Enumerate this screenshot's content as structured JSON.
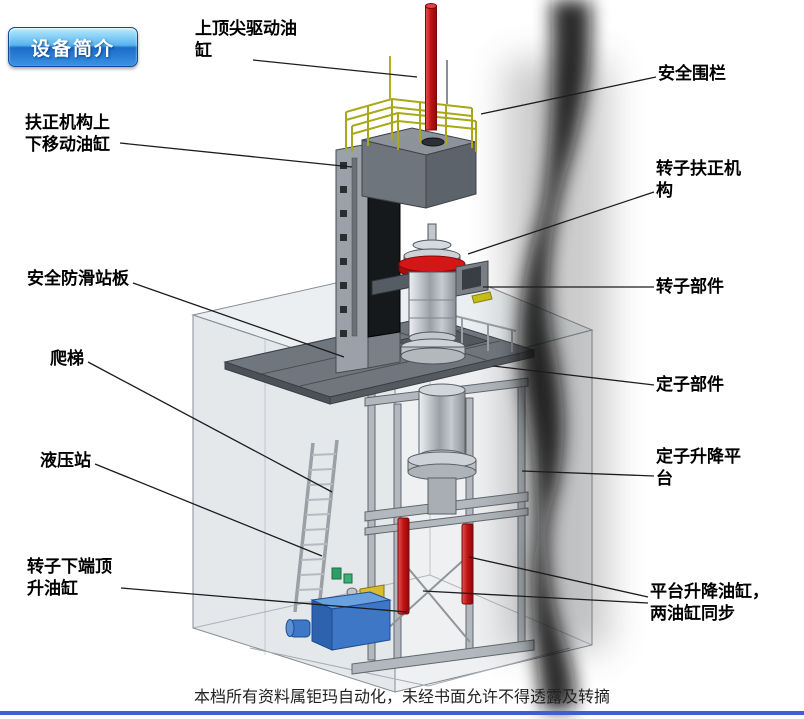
{
  "badge": {
    "label": "设备简介"
  },
  "labels": {
    "top_drive_cylinder": "上顶尖驱动油缸",
    "safety_fence": "安全围栏",
    "centering_lift_cylinder": "扶正机构上下移动油缸",
    "rotor_centering_mechanism": "转子扶正机构",
    "anti_slip_platform": "安全防滑站板",
    "rotor_component": "转子部件",
    "ladder": "爬梯",
    "stator_component": "定子部件",
    "hydraulic_station": "液压站",
    "stator_lift_platform": "定子升降平台",
    "rotor_bottom_jack_cylinder": "转子下端顶升油缸",
    "platform_lift_cylinders": "平台升降油缸，两油缸同步"
  },
  "footer": {
    "text": "本档所有资料属钜玛自动化，未经书面允许不得透露及转摘"
  },
  "colors": {
    "badge_top": "#b8ecff",
    "badge_bottom": "#1b6cc8",
    "cylinder_red": "#c01212",
    "railing_yellow": "#a8a818",
    "hydraulic_blue": "#2c62ae",
    "deck_gray": "#70767d",
    "bottom_divider_blue": "#3a5fd6"
  }
}
